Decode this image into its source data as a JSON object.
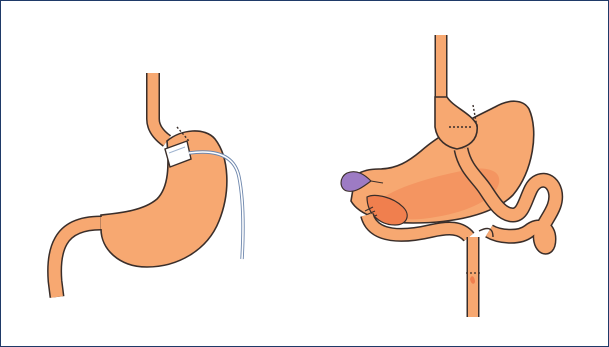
{
  "figure": {
    "panels": [
      {
        "name": "adjustable-gastric-band",
        "items": [
          "esophagus",
          "stomach",
          "gastric-band",
          "access-tubing",
          "duodenum"
        ]
      },
      {
        "name": "roux-en-y-gastric-bypass",
        "items": [
          "esophagus",
          "gastric-pouch",
          "remnant-stomach",
          "gallbladder",
          "roux-limb",
          "biliopancreatic-limb",
          "jejunojejunostomy",
          "duodenum",
          "common-channel"
        ]
      }
    ]
  },
  "colors": {
    "organ_fill": "#f7a871",
    "organ_outline": "#3a2e2a",
    "organ_shade": "#f07f4e",
    "band_fill": "#ffffff",
    "tubing": "#9fb3cf",
    "gallbladder": "#9d7bc4",
    "staple_line": "#3a2e2a",
    "frame_border": "#1f3a68"
  }
}
